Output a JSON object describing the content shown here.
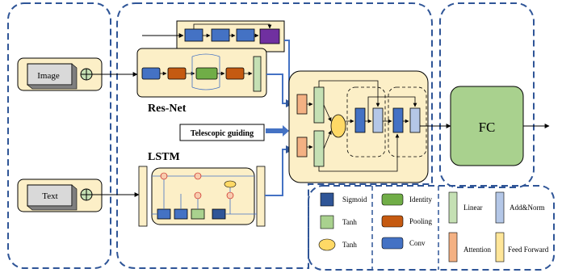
{
  "labels": {
    "image": "Image",
    "text": "Text",
    "resnet": "Res-Net",
    "lstm": "LSTM",
    "telescopic": "Telescopic guiding",
    "fc": "FC"
  },
  "legend": {
    "col1": [
      "Sigmoid",
      "Tanh",
      "Tanh"
    ],
    "col2": [
      "Identity",
      "Pooling",
      "Conv"
    ],
    "col3": [
      "Linear",
      "Attention"
    ],
    "col4": [
      "Add&Norm",
      "Feed Forward"
    ]
  },
  "colors": {
    "dash_border": "#2F5597",
    "panel_fill": "#FCEFC7",
    "sigmoid": "#2F5597",
    "tanh_block": "#A9D18E",
    "tanh_ellipse": "#FFD966",
    "identity": "#70AD47",
    "pooling": "#C55A11",
    "conv": "#4472C4",
    "linear": "#C5E0B4",
    "add_norm": "#B4C7E7",
    "attention": "#F4B183",
    "feed_forward": "#FFE699",
    "purple": "#7030A0",
    "fc_fill": "#A9D18E",
    "mult_node": "#F8CBAD"
  }
}
